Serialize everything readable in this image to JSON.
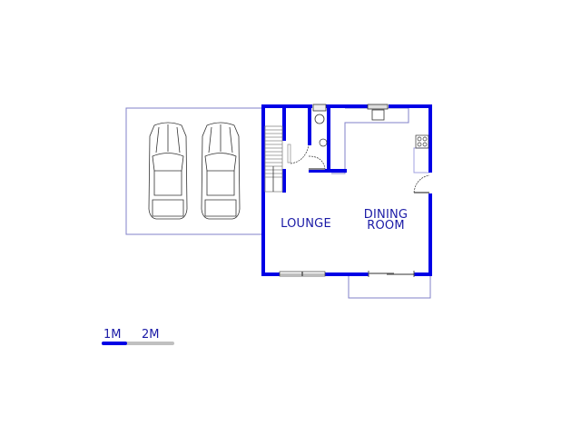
{
  "rooms": {
    "lounge": "LOUNGE",
    "dining_line1": "DINING",
    "dining_line2": "ROOM"
  },
  "scale": {
    "label_1m": "1M",
    "label_2m": "2M",
    "bar_color": "#0000e6",
    "bar_track_color": "#c0c0c0"
  },
  "colors": {
    "wall": "#0000e6",
    "outline": "#8080c8",
    "text": "#1a1aa6",
    "fixture": "#555555"
  },
  "fixtures": [
    "garage-with-2-cars",
    "staircase",
    "toilet",
    "basin",
    "kitchen-sink",
    "stove",
    "sliding-window",
    "sliding-door"
  ]
}
